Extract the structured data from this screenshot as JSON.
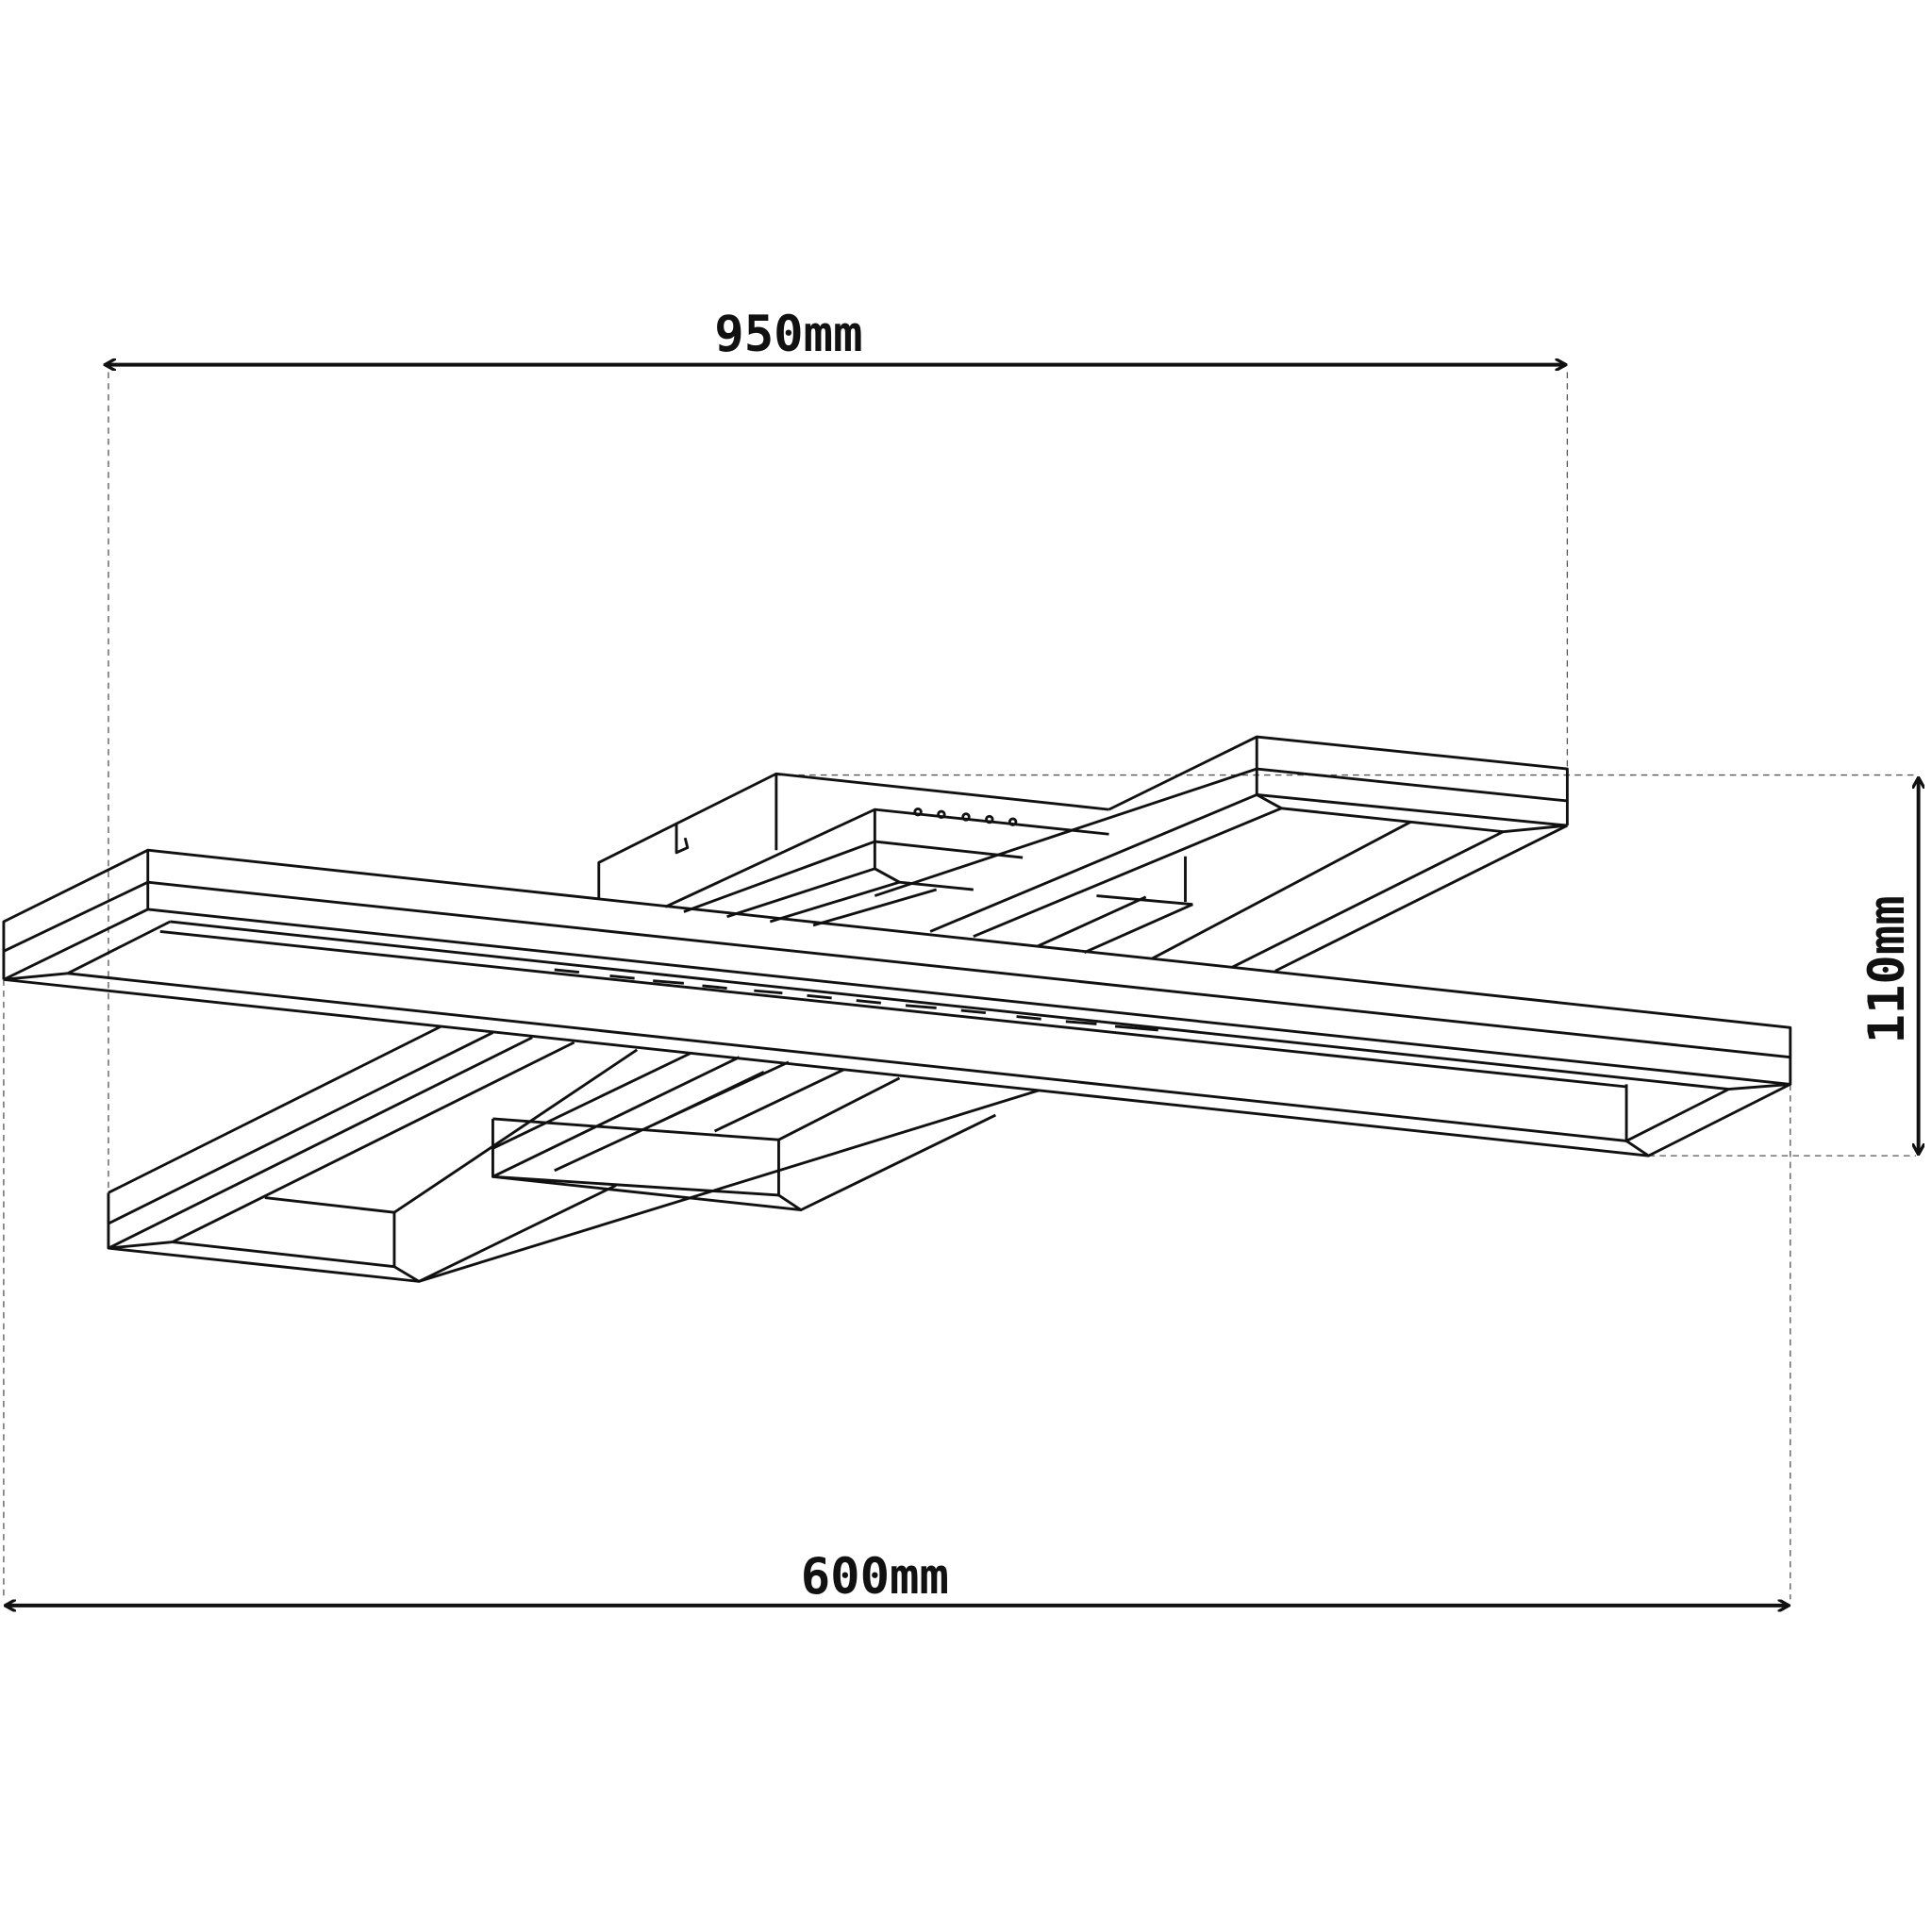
{
  "dimensions": {
    "length": "950mm",
    "width": "600mm",
    "height": "110mm"
  },
  "colors": {
    "line": "#111111",
    "background": "#ffffff"
  }
}
